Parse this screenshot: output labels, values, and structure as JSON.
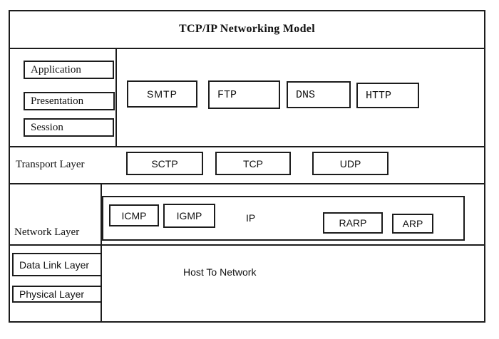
{
  "title": "TCP/IP Networking Model",
  "app_section": {
    "osi_layers": [
      "Application",
      "Presentation",
      "Session"
    ],
    "protocols": [
      "SMTP",
      "FTP",
      "DNS",
      "HTTP"
    ]
  },
  "transport_section": {
    "label": "Transport Layer",
    "protocols": [
      "SCTP",
      "TCP",
      "UDP"
    ]
  },
  "network_section": {
    "label": "Network Layer",
    "left_protocols": [
      "ICMP",
      "IGMP"
    ],
    "ip_label": "IP",
    "right_protocols": [
      "RARP",
      "ARP"
    ]
  },
  "link_section": {
    "layers": [
      "Data Link Layer",
      "Physical Layer"
    ],
    "label": "Host To Network"
  },
  "colors": {
    "line": "#1c1c1c",
    "background": "#ffffff"
  }
}
